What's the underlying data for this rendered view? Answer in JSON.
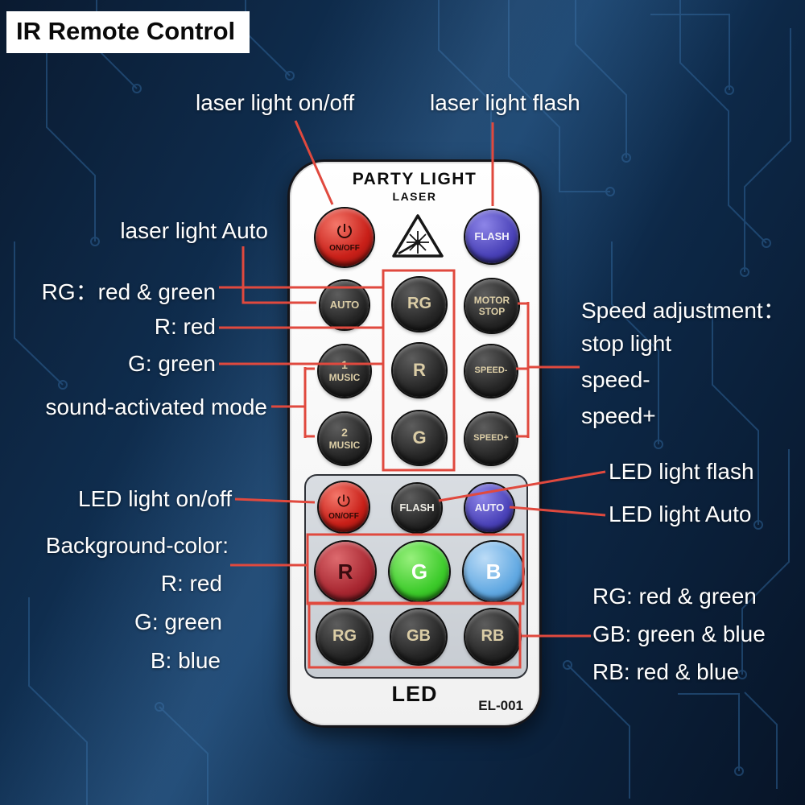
{
  "title": "IR Remote Control",
  "colors": {
    "background_navy": "#0f2d4e",
    "annotation_line": "#e0493e",
    "laser_power_button": "#c92019",
    "laser_flash_button": "#4a42b8",
    "led_auto_button": "#4a42b8",
    "led_red_button": "#a82731",
    "led_green_button": "#3dcb2b",
    "led_blue_button": "#62a9e2",
    "dark_button": "#262626",
    "button_label_gold": "#dbcda6"
  },
  "icons": {
    "power": "power-icon",
    "laser_hazard": "laser-hazard-icon"
  },
  "remote": {
    "brand": {
      "line1": "PARTY LIGHT",
      "line2": "LASER"
    },
    "section_label": "LED",
    "model": "EL-001",
    "laser_buttons": {
      "onoff": "ON/OFF",
      "flash": "FLASH",
      "auto": "AUTO",
      "rg": "RG",
      "motor_line1": "MOTOR",
      "motor_line2": "STOP",
      "music1_line1": "1",
      "music1_line2": "MUSIC",
      "r": "R",
      "speed_minus": "SPEED-",
      "music2_line1": "2",
      "music2_line2": "MUSIC",
      "g": "G",
      "speed_plus": "SPEED+"
    },
    "led_buttons": {
      "onoff": "ON/OFF",
      "flash": "FLASH",
      "auto": "AUTO",
      "r": "R",
      "g": "G",
      "b": "B",
      "rg": "RG",
      "gb": "GB",
      "rb": "RB"
    }
  },
  "annotations": {
    "laser_onoff": "laser light on/off",
    "laser_flash": "laser light flash",
    "laser_auto": "laser light Auto",
    "rg_red_green": "RG：red & green",
    "r_red": "R: red",
    "g_green": "G: green",
    "sound_mode": "sound-activated mode",
    "speed_title": "Speed adjustment：",
    "speed_stop": "stop light",
    "speed_minus": "speed-",
    "speed_plus": "speed+",
    "led_flash": "LED light flash",
    "led_auto": "LED light Auto",
    "led_onoff": "LED light on/off",
    "bg_color": "Background-color:",
    "bg_r": "R: red",
    "bg_g": "G: green",
    "bg_b": "B: blue",
    "rg2": "RG: red & green",
    "gb2": "GB: green & blue",
    "rb2": "RB: red & blue"
  }
}
